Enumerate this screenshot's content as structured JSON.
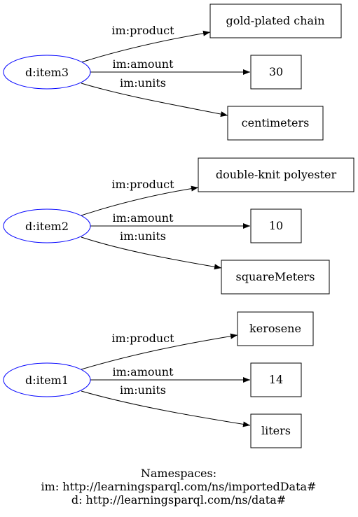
{
  "groups": [
    {
      "subject": "d:item3",
      "edges": [
        {
          "predicate": "im:product",
          "object": "gold-plated chain"
        },
        {
          "predicate": "im:amount",
          "object": "30"
        },
        {
          "predicate": "im:units",
          "object": "centimeters"
        }
      ]
    },
    {
      "subject": "d:item2",
      "edges": [
        {
          "predicate": "im:product",
          "object": "double-knit polyester"
        },
        {
          "predicate": "im:amount",
          "object": "10"
        },
        {
          "predicate": "im:units",
          "object": "squareMeters"
        }
      ]
    },
    {
      "subject": "d:item1",
      "edges": [
        {
          "predicate": "im:product",
          "object": "kerosene"
        },
        {
          "predicate": "im:amount",
          "object": "14"
        },
        {
          "predicate": "im:units",
          "object": "liters"
        }
      ]
    }
  ],
  "namespaces": {
    "title": "Namespaces:",
    "im": "im: http://learningsparql.com/ns/importedData#",
    "d": "d: http://learningsparql.com/ns/data#"
  },
  "colors": {
    "subject_stroke": "#0000ff",
    "object_stroke": "#000000",
    "edge": "#000000"
  }
}
